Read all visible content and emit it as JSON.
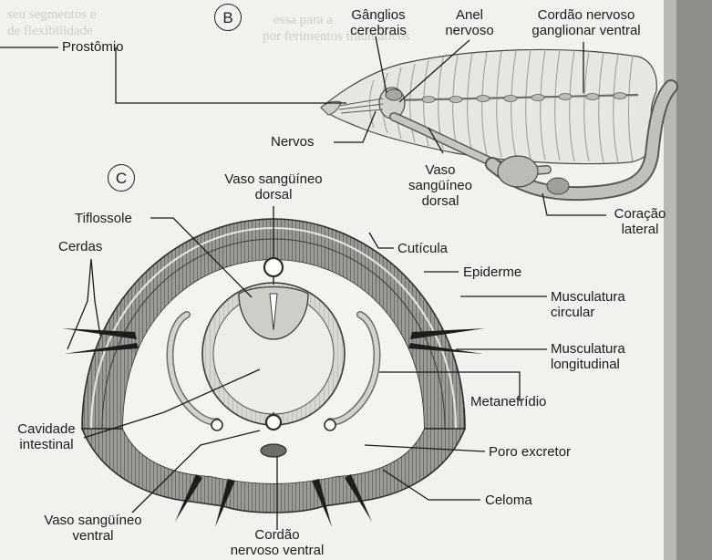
{
  "panels": {
    "b": "B",
    "c": "C"
  },
  "background_text": {
    "top_mid": "essa para a",
    "top_mid_2": "por ferimentos traumáticos",
    "top_left": "seu segmentos e",
    "top_left_2": "de flexibilidade"
  },
  "labels_b": {
    "prostomio": "Prostômio",
    "ganglios_1": "Gânglios",
    "ganglios_2": "cerebrais",
    "anel_1": "Anel",
    "anel_2": "nervoso",
    "cordao_1": "Cordão nervoso",
    "cordao_2": "ganglionar ventral",
    "nervos": "Nervos",
    "vaso_dorsal_1": "Vaso",
    "vaso_dorsal_2": "sangüíneo",
    "vaso_dorsal_3": "dorsal",
    "coracao_1": "Coração",
    "coracao_2": "lateral"
  },
  "labels_c": {
    "vaso_dorsal_1": "Vaso sangüíneo",
    "vaso_dorsal_2": "dorsal",
    "tiflossole": "Tiflossole",
    "cerdas": "Cerdas",
    "cuticula": "Cutícula",
    "epiderme": "Epiderme",
    "musc_circ_1": "Musculatura",
    "musc_circ_2": "circular",
    "musc_long_1": "Musculatura",
    "musc_long_2": "longitudinal",
    "metanefridio": "Metanefrídio",
    "cavidade_1": "Cavidade",
    "cavidade_2": "intestinal",
    "poro": "Poro excretor",
    "celoma": "Celoma",
    "vaso_ventral_1": "Vaso sangüíneo",
    "vaso_ventral_2": "ventral",
    "cordao_ventral_1": "Cordão",
    "cordao_ventral_2": "nervoso ventral"
  }
}
